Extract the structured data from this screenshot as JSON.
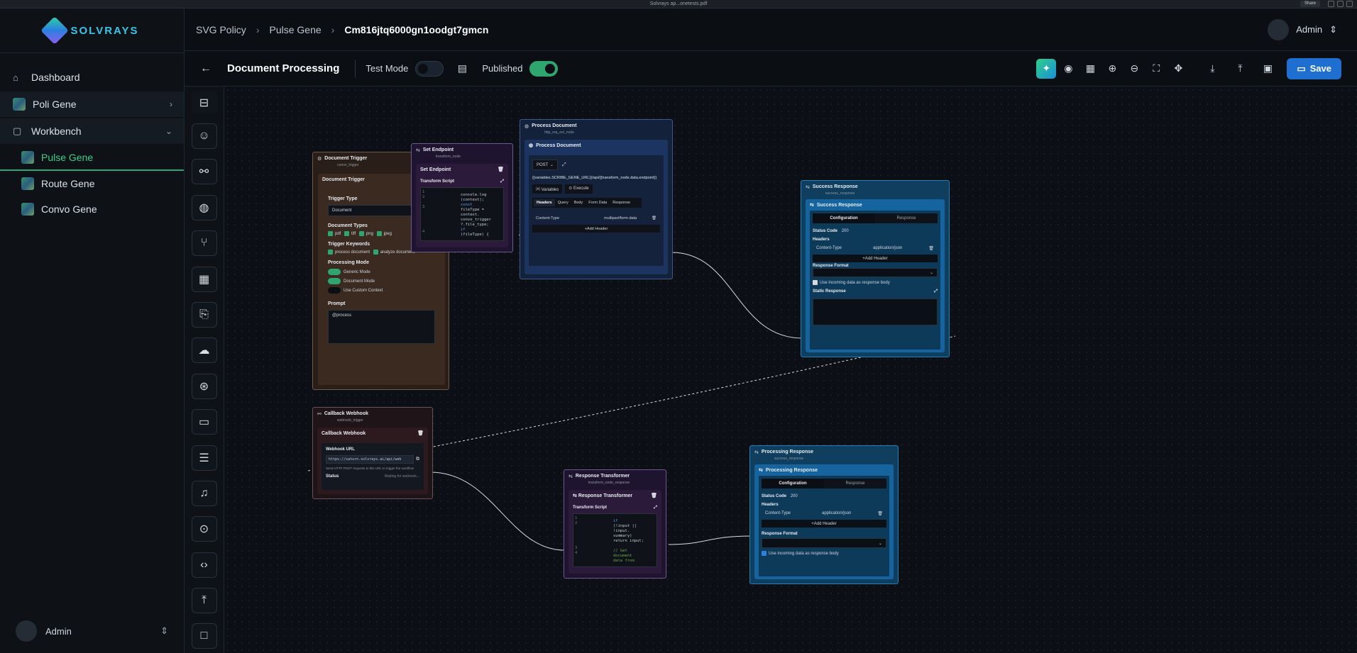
{
  "window": {
    "title": "Solvrays ap...onetests.pdf",
    "share": "Share"
  },
  "brand": {
    "name": "SOLVRAYS"
  },
  "sidebar": {
    "items": [
      {
        "label": "Dashboard"
      },
      {
        "label": "Poli Gene"
      },
      {
        "label": "Workbench"
      },
      {
        "label": "Pulse Gene"
      },
      {
        "label": "Route Gene"
      },
      {
        "label": "Convo Gene"
      }
    ],
    "user": "Admin"
  },
  "breadcrumb": {
    "items": [
      "SVG Policy",
      "Pulse Gene",
      "Cm816jtq6000gn1oodgt7gmcn"
    ]
  },
  "header": {
    "user": "Admin"
  },
  "toolbar": {
    "title": "Document Processing",
    "test_mode": "Test Mode",
    "published": "Published",
    "save": "Save"
  },
  "nodes": {
    "doc_trigger": {
      "title": "Document Trigger",
      "subtitle": "convo_trigger",
      "inner_title": "Document Trigger",
      "trigger_type_label": "Trigger Type",
      "trigger_type_value": "Document",
      "doc_types_label": "Document Types",
      "doc_types": [
        "pdf",
        "tiff",
        "png",
        "jpeg"
      ],
      "keywords_label": "Trigger Keywords",
      "keywords": [
        "process document",
        "analyze document"
      ],
      "mode_label": "Processing Mode",
      "modes": [
        "Generic Mode",
        "Document Mode",
        "Use Custom Context"
      ],
      "prompt_label": "Prompt",
      "prompt_value": "@process"
    },
    "set_endpoint": {
      "title": "Set Endpoint",
      "subtitle": "transform_node",
      "inner_title": "Set Endpoint",
      "script_label": "Transform Script",
      "gutter": [
        "1",
        "2",
        "3",
        "4"
      ],
      "code": [
        "console.log",
        "(context);",
        "const",
        "fileType =",
        "context.",
        "convo_trigger",
        "?.file_type;",
        "if",
        "(fileType) {"
      ]
    },
    "process_doc": {
      "title": "Process Document",
      "subtitle": "http_req_ext_node",
      "inner_title": "Process Document",
      "method": "POST",
      "url": "{{variables.SCRIBE_GENE_URL}}/api/{{transform_node.data.endpoint}}",
      "variables": "Variables",
      "execute": "Execute",
      "tabs": [
        "Headers",
        "Query",
        "Body",
        "Form Data",
        "Response"
      ],
      "header_key": "Content-Type",
      "header_value": "multipart/form-data",
      "add_header": "Add Header"
    },
    "success": {
      "title": "Success Response",
      "subtitle": "success_response",
      "inner_title": "Success Response",
      "tabs": [
        "Configuration",
        "Response"
      ],
      "status_label": "Status Code",
      "status_value": "200",
      "headers_label": "Headers",
      "header_key": "Content-Type",
      "header_value": "application/json",
      "add_header": "Add Header",
      "format_label": "Response Format",
      "incoming": "Use incoming data as response body",
      "static_label": "Static Response"
    },
    "callback": {
      "title": "Callback Webhook",
      "subtitle": "webhook_trigger",
      "inner_title": "Callback Webhook",
      "url_label": "Webhook URL",
      "url": "https://saturn.solvrays.ai/api/web",
      "help": "Send HTTP POST requests to this URL to trigger the workflow",
      "status_label": "Status",
      "status_value": "Waiting for webhook..."
    },
    "resp_transformer": {
      "title": "Response Transformer",
      "subtitle": "transform_node_response",
      "inner_title": "Response Transformer",
      "script_label": "Transform Script",
      "gutter": [
        "1",
        "2",
        "",
        "",
        "",
        "3",
        "4"
      ],
      "code": [
        "if",
        "(!input ||",
        "!input.",
        "summary)",
        "return input;",
        "",
        "// Get",
        "document",
        "data from"
      ]
    },
    "processing": {
      "title": "Processing Response",
      "subtitle": "success_response",
      "inner_title": "Processing Response",
      "tabs": [
        "Configuration",
        "Response"
      ],
      "status_label": "Status Code",
      "status_value": "200",
      "headers_label": "Headers",
      "header_key": "Content-Type",
      "header_value": "application/json",
      "add_header": "Add Header",
      "format_label": "Response Format",
      "incoming": "Use incoming data as response body"
    }
  },
  "colors": {
    "accent": "#2fa56f",
    "save": "#1f6fd1",
    "trigger": "#3a2a20",
    "transform": "#2c1a3b",
    "http": "#13213a",
    "response": "#0f3e5e",
    "webhook": "#2d1a1f"
  }
}
